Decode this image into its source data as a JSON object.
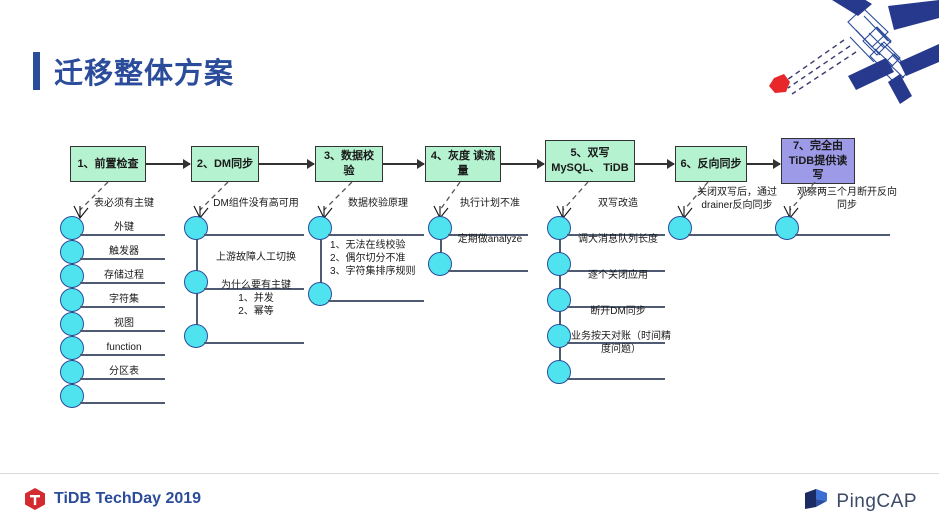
{
  "slide": {
    "title": "迁移整体方案",
    "accent_color": "#2b4c9b",
    "node_fill": "#b5f2cf",
    "node_fill_final": "#9d9ae8",
    "dot_color": "#4fe3ef"
  },
  "footer": {
    "left_brand": "TiDB TechDay 2019",
    "right_brand": "PingCAP"
  },
  "flow": {
    "nodes": [
      {
        "line1": "1、前置检查",
        "line2": ""
      },
      {
        "line1": "2、DM同步",
        "line2": ""
      },
      {
        "line1": "3、数据校验",
        "line2": ""
      },
      {
        "line1": "4、灰度 读流量",
        "line2": ""
      },
      {
        "line1": "5、双写",
        "line2": "MySQL、 TiDB"
      },
      {
        "line1": "6、反向同步",
        "line2": ""
      },
      {
        "line1": "7、完全由",
        "line2": "TiDB提供读写"
      }
    ]
  },
  "columns": [
    {
      "id": "col-1",
      "items": [
        {
          "text": "表必须有主键"
        },
        {
          "text": "外键"
        },
        {
          "text": "触发器"
        },
        {
          "text": "存储过程"
        },
        {
          "text": "字符集"
        },
        {
          "text": "视图"
        },
        {
          "text": "function"
        },
        {
          "text": "分区表"
        }
      ]
    },
    {
      "id": "col-2",
      "items": [
        {
          "text": "DM组件没有高可用"
        },
        {
          "text": "上游故障人工切换"
        },
        {
          "text": "为什么要有主键\n1、并发\n2、幂等"
        }
      ]
    },
    {
      "id": "col-3",
      "items": [
        {
          "text": "数据校验原理"
        },
        {
          "text": "1、无法在线校验\n2、偶尔切分不准\n3、字符集排序规则"
        }
      ]
    },
    {
      "id": "col-4",
      "items": [
        {
          "text": "执行计划不准"
        },
        {
          "text": "定期做analyze"
        }
      ]
    },
    {
      "id": "col-5",
      "items": [
        {
          "text": "双写改造"
        },
        {
          "text": "调大消息队列长度"
        },
        {
          "text": "逐个关闭应用"
        },
        {
          "text": "断开DM同步"
        },
        {
          "text": "业务按天对账（时间精\n度问题）"
        }
      ]
    },
    {
      "id": "col-6",
      "items": [
        {
          "text": "关闭双写后，通过\ndrainer反向同步"
        }
      ]
    },
    {
      "id": "col-7",
      "items": [
        {
          "text": "观察两三个月断开反向\n同步"
        }
      ]
    }
  ]
}
